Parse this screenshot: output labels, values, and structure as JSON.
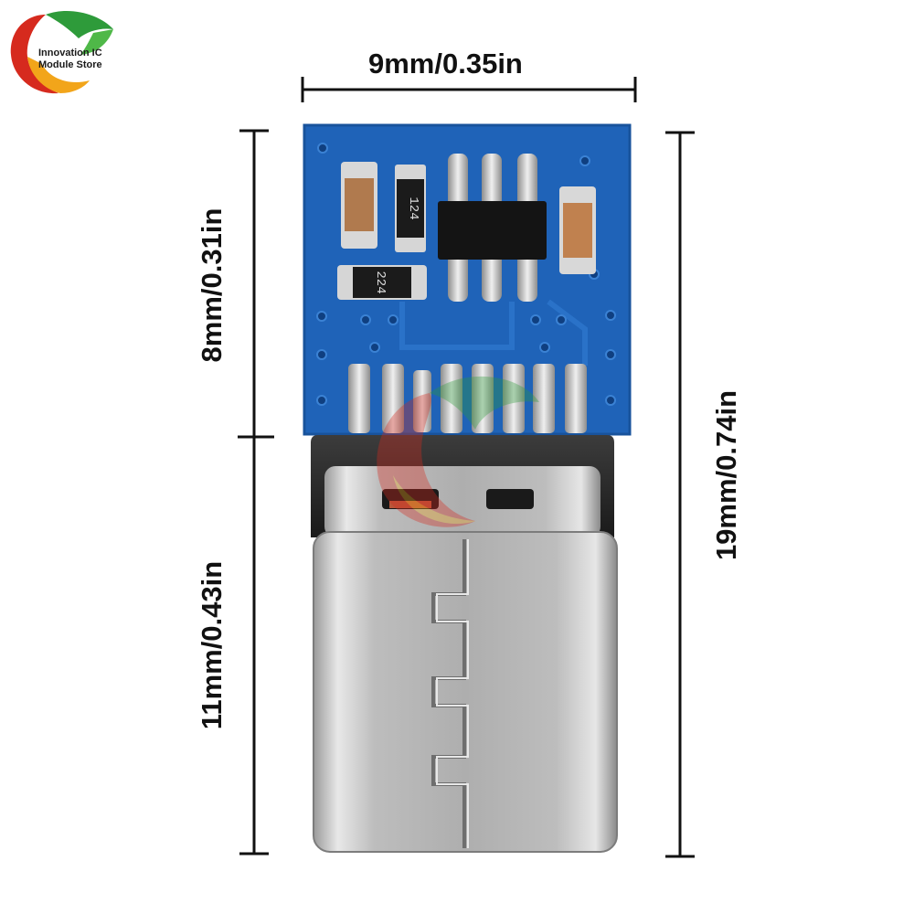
{
  "logo": {
    "line1": "Innovation IC",
    "line2": "Module Store"
  },
  "dimensions": {
    "width": "9mm/0.35in",
    "board_height": "8mm/0.31in",
    "connector_height": "11mm/0.43in",
    "total_height": "19mm/0.74in"
  },
  "components": {
    "resistor_1": "124",
    "resistor_2": "224"
  },
  "colors": {
    "pcb": "#1f63b8",
    "metal": "#c9c9c9",
    "logo_green": "#2e9b3a",
    "logo_red": "#d62a1e",
    "logo_orange": "#f2a51a"
  }
}
